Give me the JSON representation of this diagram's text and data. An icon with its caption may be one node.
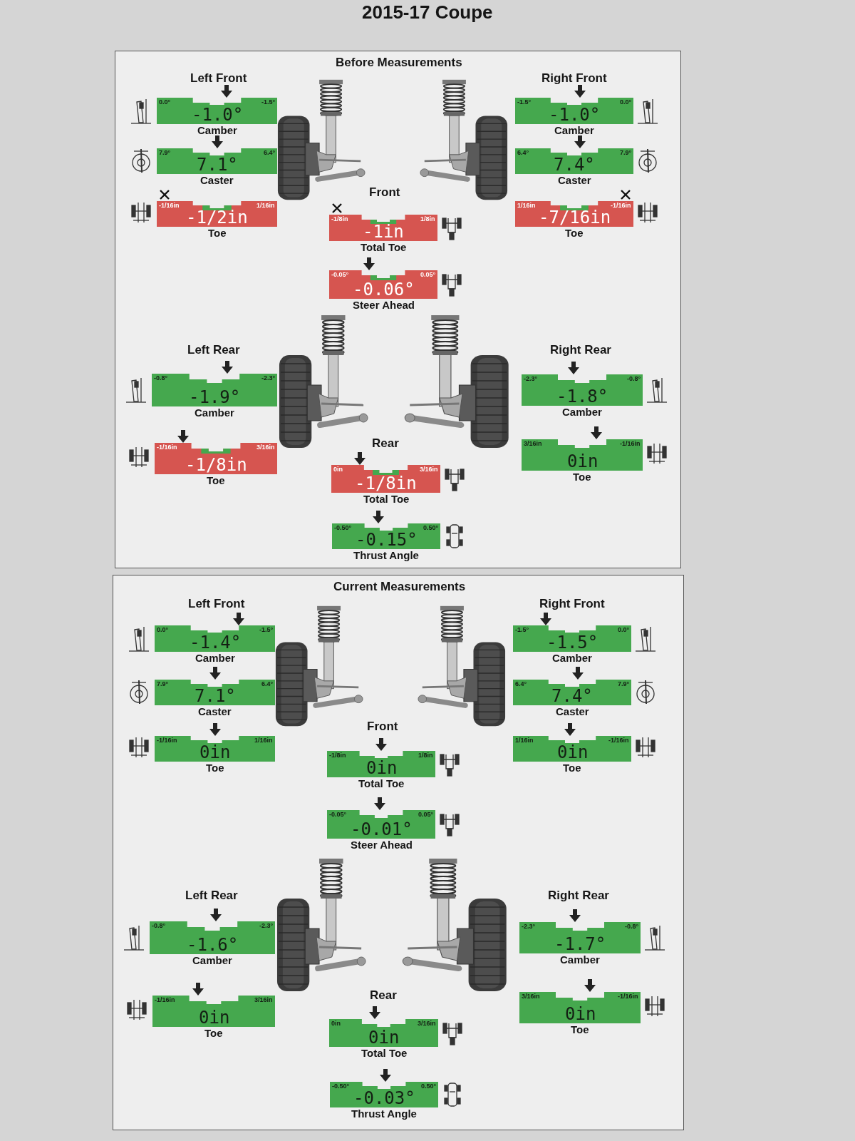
{
  "diagram": {
    "title": "2015-17 Coupe",
    "nodes": [
      {
        "text": [
          "Before Measurements"
        ]
      },
      {
        "text": [
          "0.0°",
          "-1.5°",
          "-1.0°"
        ],
        "beside": [
          "Camber"
        ],
        "in": 0
      },
      {
        "text": [
          "7.9°",
          "6.4°",
          "7.1°"
        ],
        "beside": [
          "Caster"
        ],
        "in": 0
      },
      {
        "text": [
          "-1/16in",
          "1/16in",
          "-1/2in"
        ],
        "beside": [
          "Toe"
        ],
        "in": 0
      },
      {
        "text": [
          "-1.5°",
          "0.0°",
          "-1.0°"
        ],
        "beside": [
          "Camber"
        ],
        "in": 0
      },
      {
        "text": [
          "6.4°",
          "7.9°",
          "7.4°"
        ],
        "beside": [
          "Caster"
        ],
        "in": 0
      },
      {
        "text": [
          "1/16in",
          "-1/16in",
          "-7/16in"
        ],
        "beside": [
          "Toe"
        ],
        "in": 0
      },
      {
        "text": [
          "-1/8in",
          "1/8in",
          "-1in"
        ],
        "beside": [
          "Total Toe"
        ],
        "in": 0
      },
      {
        "text": [
          "-0.05°",
          "0.05°",
          "-0.06°"
        ],
        "beside": [
          "Steer Ahead"
        ],
        "in": 0
      },
      {
        "text": [
          "-0.8°",
          "-2.3°",
          "-1.9°"
        ],
        "beside": [
          "Camber"
        ],
        "in": 0
      },
      {
        "text": [
          "-1/16in",
          "3/16in",
          "-1/8in"
        ],
        "beside": [
          "Toe"
        ],
        "in": 0
      },
      {
        "text": [
          "-2.3°",
          "-0.8°",
          "-1.8°"
        ],
        "beside": [
          "Camber"
        ],
        "in": 0
      },
      {
        "text": [
          "3/16in",
          "-1/16in",
          "0in"
        ],
        "beside": [
          "Toe"
        ],
        "in": 0
      },
      {
        "text": [
          "0in",
          "3/16in",
          "-1/8in"
        ],
        "beside": [
          "Total Toe"
        ],
        "in": 0
      },
      {
        "text": [
          "-0.50°",
          "0.50°",
          "-0.15°"
        ],
        "beside": [
          "Thrust Angle"
        ],
        "in": 0
      },
      {
        "text": [
          "Current Measurements"
        ]
      },
      {
        "text": [
          "0.0°",
          "-1.5°",
          "-1.4°"
        ],
        "beside": [
          "Camber"
        ],
        "in": 15
      },
      {
        "text": [
          "7.9°",
          "6.4°",
          "7.1°"
        ],
        "beside": [
          "Caster"
        ],
        "in": 15
      },
      {
        "text": [
          "-1/16in",
          "1/16in",
          "0in"
        ],
        "beside": [
          "Toe"
        ],
        "in": 15
      },
      {
        "text": [
          "-1.5°",
          "0.0°",
          "-1.5°"
        ],
        "beside": [
          "Camber"
        ],
        "in": 15
      },
      {
        "text": [
          "6.4°",
          "7.9°",
          "7.4°"
        ],
        "beside": [
          "Caster"
        ],
        "in": 15
      },
      {
        "text": [
          "1/16in",
          "-1/16in",
          "0in"
        ],
        "beside": [
          "Toe"
        ],
        "in": 15
      },
      {
        "text": [
          "-1/8in",
          "1/8in",
          "0in"
        ],
        "beside": [
          "Total Toe"
        ],
        "in": 15
      },
      {
        "text": [
          "-0.05°",
          "0.05°",
          "-0.01°"
        ],
        "beside": [
          "Steer Ahead"
        ],
        "in": 15
      },
      {
        "text": [
          "-0.8°",
          "-2.3°",
          "-1.6°"
        ],
        "beside": [
          "Camber"
        ],
        "in": 15
      },
      {
        "text": [
          "-1/16in",
          "3/16in",
          "0in"
        ],
        "beside": [
          "Toe"
        ],
        "in": 15
      },
      {
        "text": [
          "-2.3°",
          "-0.8°",
          "-1.7°"
        ],
        "beside": [
          "Camber"
        ],
        "in": 15
      },
      {
        "text": [
          "3/16in",
          "-1/16in",
          "0in"
        ],
        "beside": [
          "Toe"
        ],
        "in": 15
      },
      {
        "text": [
          "0in",
          "3/16in",
          "0in"
        ],
        "beside": [
          "Total Toe"
        ],
        "in": 15
      },
      {
        "text": [
          "-0.50°",
          "0.50°",
          "-0.03°"
        ],
        "beside": [
          "Thrust Angle"
        ],
        "in": 15
      }
    ],
    "labels": [
      "Left Front",
      "Right Front",
      "Front",
      "Left Rear",
      "Right Rear",
      "Rear",
      "Left Front",
      "Right Front",
      "Front",
      "Left Rear",
      "Right Rear",
      "Rear"
    ]
  }
}
